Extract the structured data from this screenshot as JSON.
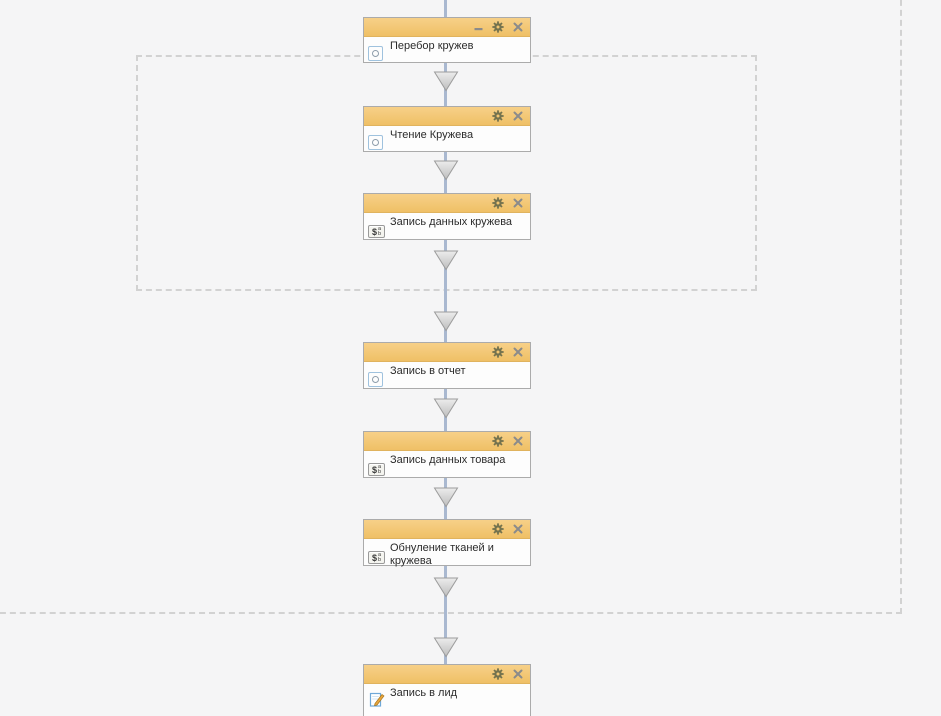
{
  "editor": {
    "kind": "visual-workflow-canvas",
    "background": "#f5f5f6"
  },
  "nodes": [
    {
      "label": "Перебор кружев",
      "icon": "loop-action-icon",
      "controls": [
        "minimize",
        "settings",
        "close"
      ]
    },
    {
      "label": "Чтение Кружева",
      "icon": "action-icon",
      "controls": [
        "settings",
        "close"
      ]
    },
    {
      "label": "Запись данных кружева",
      "icon": "variables-icon",
      "controls": [
        "settings",
        "close"
      ]
    },
    {
      "label": "Запись в отчет",
      "icon": "action-icon",
      "controls": [
        "settings",
        "close"
      ]
    },
    {
      "label": "Запись данных товара",
      "icon": "variables-icon",
      "controls": [
        "settings",
        "close"
      ]
    },
    {
      "label": "Обнуление тканей и кружева",
      "icon": "variables-icon",
      "controls": [
        "settings",
        "close"
      ]
    },
    {
      "label": "Запись в лид",
      "icon": "edit-document-icon",
      "controls": [
        "settings",
        "close"
      ]
    }
  ],
  "icons": {
    "var_dollar": "$",
    "var_sup": "a",
    "var_sub": "b",
    "settings": "gear",
    "close": "x",
    "minimize": "dash"
  },
  "colors": {
    "node_header": "#f3c571",
    "node_border": "#ababab",
    "connector": "#a9b8d0",
    "arrow_fill_top": "#ececec",
    "arrow_fill_bottom": "#bdbdbd",
    "arrow_border": "#9c9c9c",
    "dash_border": "#d2d2d2"
  }
}
